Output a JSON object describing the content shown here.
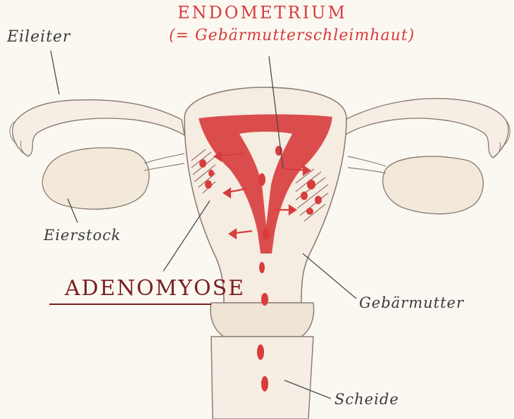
{
  "labels": {
    "eileiter": "Eileiter",
    "eierstock": "Eierstock",
    "gebaermutter": "Gebärmutter",
    "scheide": "Scheide",
    "endometrium": "ENDOMETRIUM",
    "endometrium_sub": "(= Gebärmutterschleimhaut)",
    "adenomyose": "ADENOMYOSE"
  },
  "colors": {
    "endometrium_red": "#d83c3c",
    "adenomyose_dark_red": "#7a1f1f",
    "pencil_outline": "#8c7e74",
    "skin_fill": "#f5ece2",
    "paper": "#fbf8f2"
  }
}
